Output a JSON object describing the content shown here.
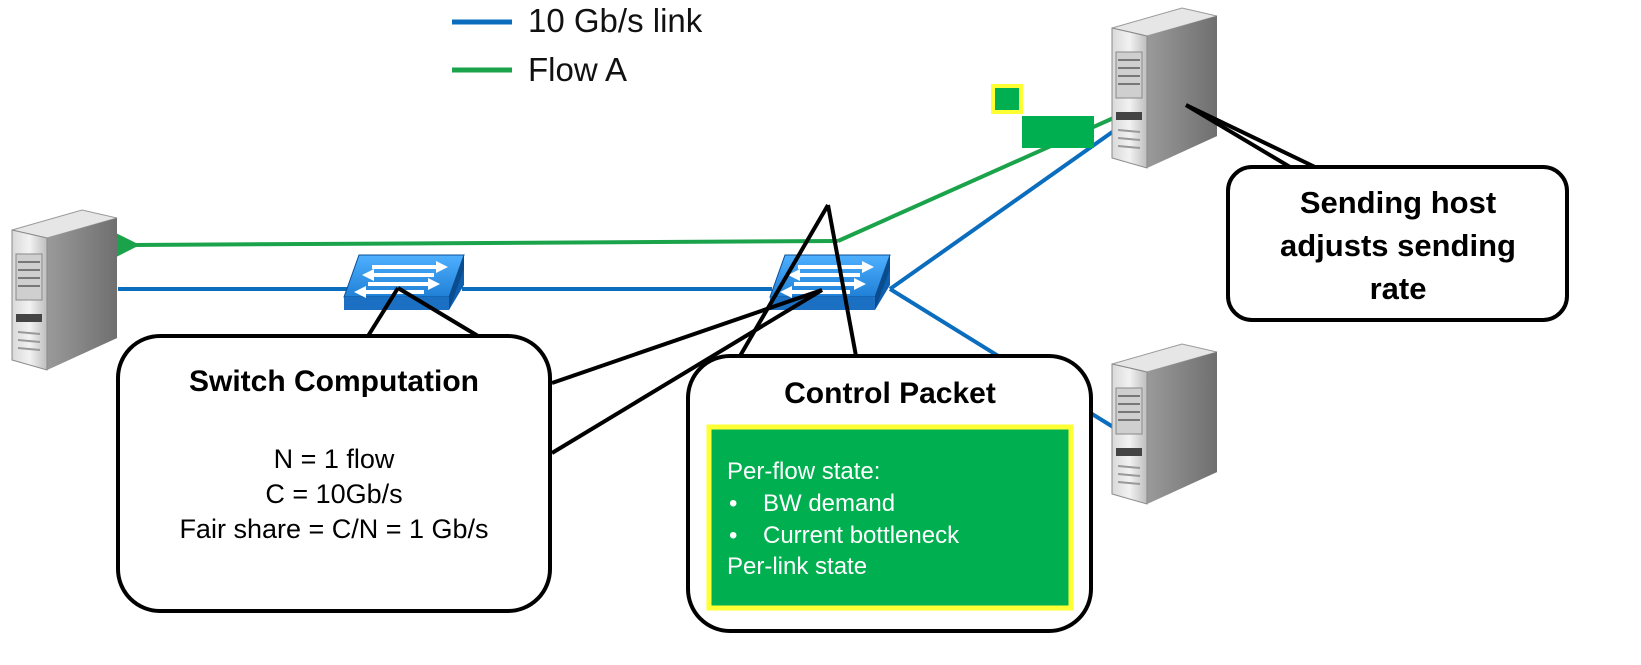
{
  "legend": {
    "link_label": "10 Gb/s link",
    "flow_label": "Flow A"
  },
  "callouts": {
    "sending_host": {
      "lines": [
        "Sending host",
        "adjusts sending",
        "rate"
      ]
    },
    "switch_computation": {
      "title": "Switch Computation",
      "lines": [
        "N = 1 flow",
        "C = 10Gb/s",
        "Fair share = C/N = 1 Gb/s"
      ]
    },
    "control_packet": {
      "title": "Control Packet",
      "packet_heading": "Per-flow state:",
      "bullets": [
        "BW demand",
        "Current bottleneck"
      ],
      "packet_footer": "Per-link state",
      "bullet_symbol": "•"
    }
  },
  "colors": {
    "link": "#0b6dbe",
    "flow": "#1aa34a",
    "packet_fill": "#00b050",
    "packet_border": "#ffff33",
    "switch": "#1f8de0"
  },
  "icons": {
    "server": "server-icon",
    "switch": "network-switch-icon",
    "packet": "packet-icon"
  }
}
